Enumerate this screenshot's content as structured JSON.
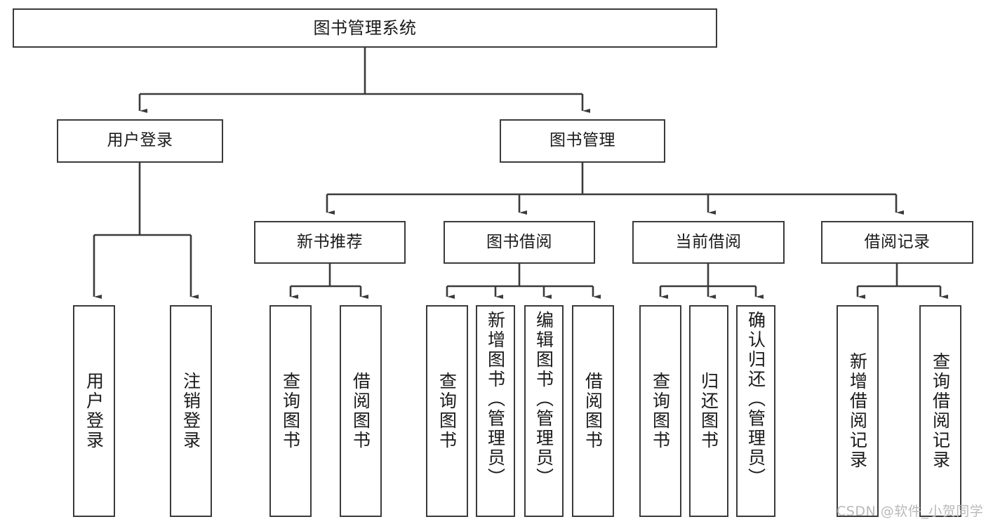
{
  "diagram": {
    "title": "图书管理系统",
    "type": "tree-hierarchy",
    "watermark": "CSDN @软件_小贺同学",
    "colors": {
      "box_border": "#3b3b3b",
      "box_fill": "#ffffff",
      "connector": "#3b3b3b",
      "text": "#1a1a1a",
      "watermark": "#b9b9b9"
    },
    "nodes": {
      "root": {
        "label": "图书管理系统"
      },
      "level1": [
        {
          "label": "用户登录"
        },
        {
          "label": "图书管理"
        }
      ],
      "level2": [
        {
          "label": "新书推荐"
        },
        {
          "label": "图书借阅"
        },
        {
          "label": "当前借阅"
        },
        {
          "label": "借阅记录"
        }
      ],
      "leaves": {
        "user_login": [
          {
            "label": "用户登录"
          },
          {
            "label": "注销登录"
          }
        ],
        "new_book_recommend": [
          {
            "label": "查询图书"
          },
          {
            "label": "借阅图书"
          }
        ],
        "book_borrow": [
          {
            "label": "查询图书"
          },
          {
            "label": "新增图书（管理员）"
          },
          {
            "label": "编辑图书（管理员）"
          },
          {
            "label": "借阅图书"
          }
        ],
        "current_borrow": [
          {
            "label": "查询图书"
          },
          {
            "label": "归还图书"
          },
          {
            "label": "确认归还（管理员）"
          }
        ],
        "borrow_record": [
          {
            "label": "新增借阅记录"
          },
          {
            "label": "查询借阅记录"
          }
        ]
      }
    }
  }
}
